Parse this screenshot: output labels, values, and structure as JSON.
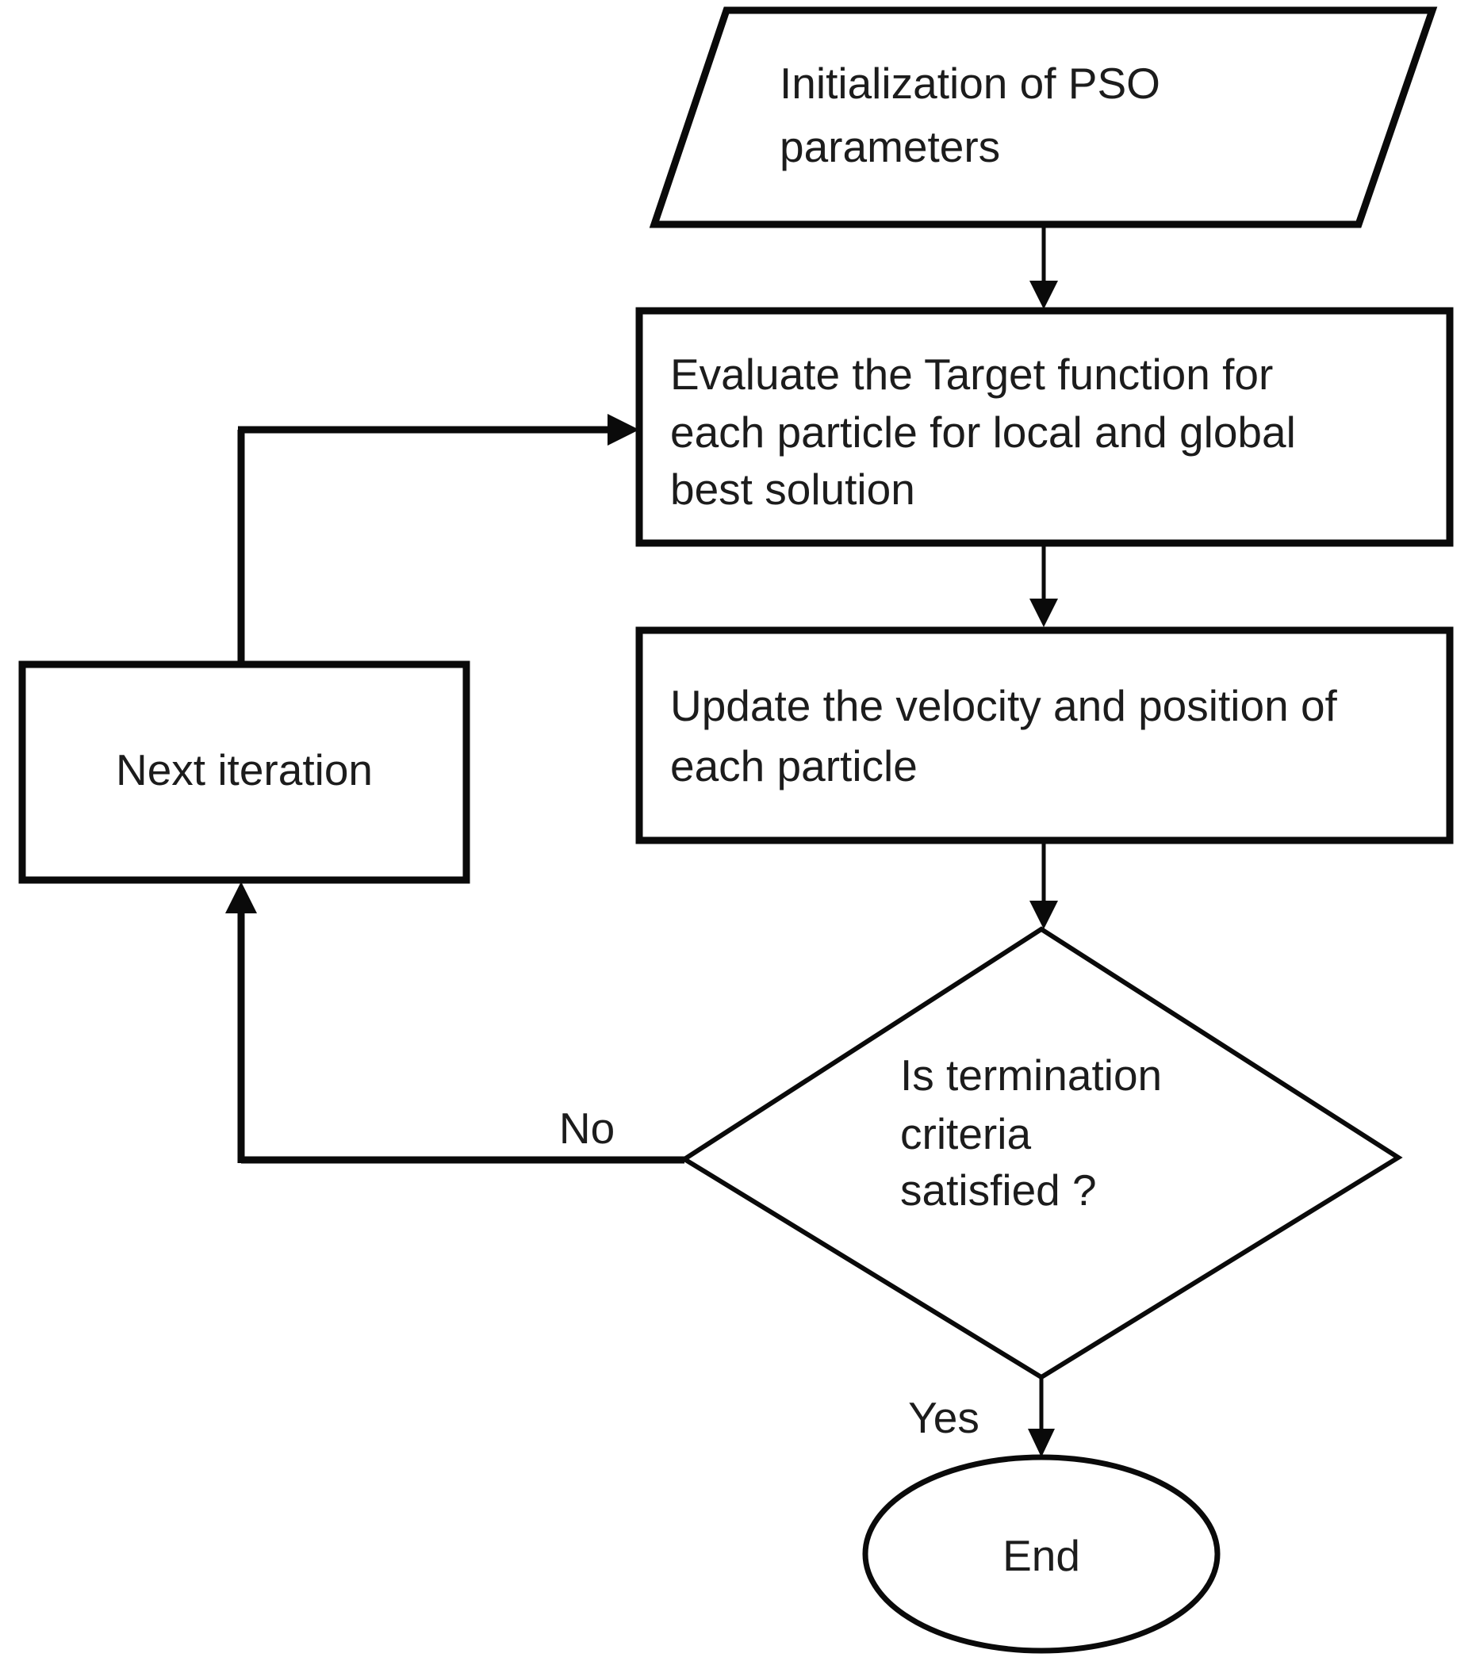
{
  "nodes": {
    "init": {
      "shape": "parallelogram",
      "lines": [
        "Initialization of PSO",
        "parameters"
      ]
    },
    "evaluate": {
      "shape": "rectangle",
      "lines": [
        "Evaluate the Target function for",
        "each particle for local and global",
        "best solution"
      ]
    },
    "update": {
      "shape": "rectangle",
      "lines": [
        "Update the velocity and position of",
        "each particle"
      ]
    },
    "next_iteration": {
      "shape": "rectangle",
      "label": "Next iteration"
    },
    "decision": {
      "shape": "diamond",
      "lines": [
        "Is termination",
        "criteria",
        "satisfied ?"
      ]
    },
    "end": {
      "shape": "ellipse",
      "label": "End"
    }
  },
  "edges": {
    "no_label": "No",
    "yes_label": "Yes"
  },
  "colors": {
    "stroke": "#0a0a0a",
    "text": "#1c1c1c",
    "background": "#ffffff"
  }
}
